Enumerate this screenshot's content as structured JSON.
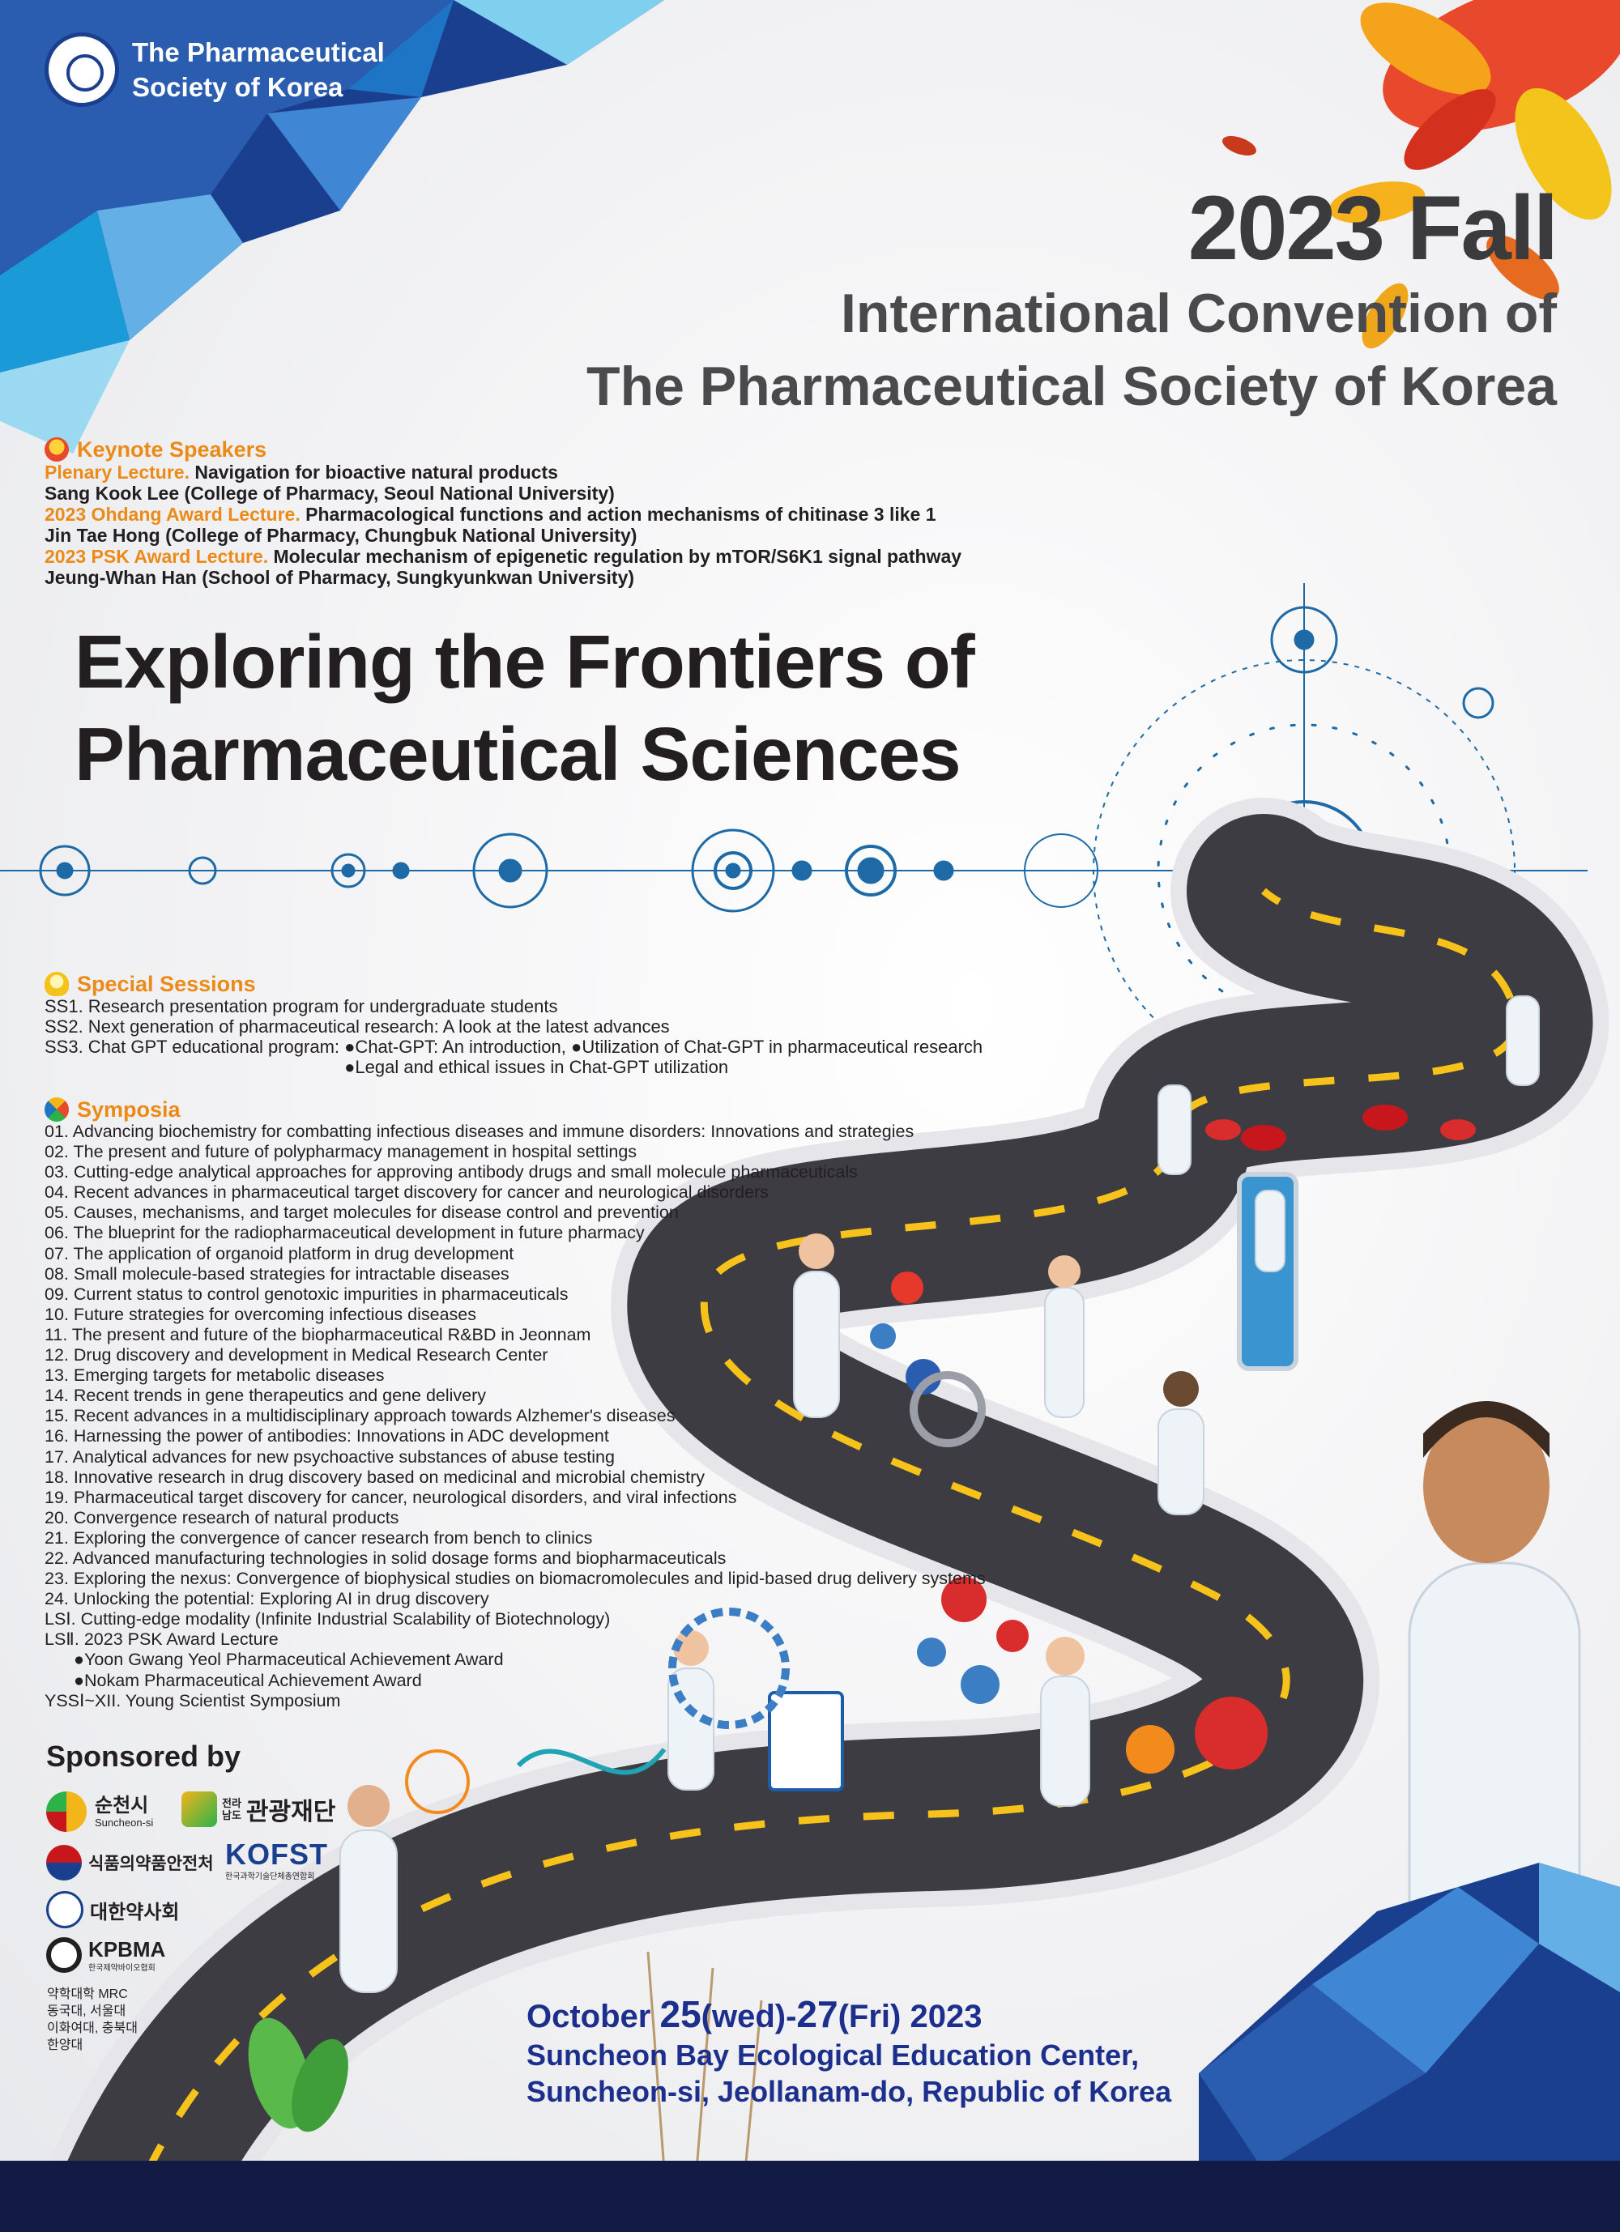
{
  "header": {
    "society_line1": "The Pharmaceutical",
    "society_line2": "Society of Korea",
    "year_title": "2023 Fall",
    "title_line1": "International Convention of",
    "title_line2": "The Pharmaceutical Society of Korea"
  },
  "keynote": {
    "heading": "Keynote Speakers",
    "lectures": [
      {
        "label": "Plenary Lecture.",
        "topic": "Navigation for bioactive natural products",
        "speaker": "Sang Kook Lee (College of Pharmacy, Seoul National University)"
      },
      {
        "label": "2023 Ohdang Award Lecture.",
        "topic": "Pharmacological functions and action mechanisms of chitinase 3 like 1",
        "speaker": "Jin Tae Hong (College of Pharmacy, Chungbuk National University)"
      },
      {
        "label": "2023 PSK Award Lecture.",
        "topic": "Molecular mechanism of epigenetic regulation by mTOR/S6K1 signal pathway",
        "speaker": "Jeung-Whan Han (School of Pharmacy, Sungkyunkwan University)"
      }
    ]
  },
  "main_title": {
    "line1": "Exploring the Frontiers of",
    "line2": "Pharmaceutical Sciences"
  },
  "special_sessions": {
    "heading": "Special Sessions",
    "ss1": "SS1. Research presentation program for undergraduate students",
    "ss2": "SS2. Next generation of pharmaceutical research: A look at the latest advances",
    "ss3_label": "SS3. Chat GPT educational program:",
    "ss3_b1": "●Chat-GPT: An introduction,",
    "ss3_b2": "●Utilization of Chat-GPT in pharmaceutical research",
    "ss3_b3": "●Legal and ethical issues in Chat-GPT utilization"
  },
  "symposia": {
    "heading": "Symposia",
    "items": [
      "01. Advancing biochemistry for combatting infectious diseases and immune disorders: Innovations and strategies",
      "02. The present and future of polypharmacy management in hospital settings",
      "03. Cutting-edge analytical approaches for approving antibody drugs and small molecule pharmaceuticals",
      "04. Recent advances in pharmaceutical target discovery for cancer and neurological disorders",
      "05. Causes, mechanisms, and target molecules for disease control and prevention",
      "06. The blueprint for the radiopharmaceutical development in future pharmacy",
      "07. The application of organoid platform in drug development",
      "08. Small molecule-based strategies for intractable diseases",
      "09. Current status to control genotoxic impurities in pharmaceuticals",
      "10. Future strategies for overcoming infectious diseases",
      "11. The present and future of the biopharmaceutical R&BD in Jeonnam",
      "12. Drug discovery and development in Medical Research Center",
      "13. Emerging targets for metabolic diseases",
      "14. Recent trends in gene therapeutics and gene delivery",
      "15. Recent advances in a multidisciplinary approach towards Alzhemer's diseases",
      "16. Harnessing the power of antibodies: Innovations in ADC development",
      "17. Analytical advances for new psychoactive substances of abuse testing",
      "18. Innovative research in drug discovery based on medicinal and microbial chemistry",
      "19. Pharmaceutical target discovery for cancer, neurological disorders, and viral infections",
      "20. Convergence research of natural products",
      "21. Exploring the convergence of cancer research from bench to clinics",
      "22. Advanced manufacturing technologies in solid dosage forms and biopharmaceuticals",
      "23. Exploring the nexus: Convergence of biophysical studies on biomacromolecules and lipid-based drug delivery systems",
      "24. Unlocking the potential: Exploring AI in drug discovery",
      "LSⅠ. Cutting-edge modality (Infinite Industrial Scalability of Biotechnology)",
      "LSⅡ. 2023 PSK Award Lecture",
      "●Yoon Gwang Yeol Pharmaceutical Achievement Award",
      "●Nokam Pharmaceutical Achievement Award",
      "YSSⅠ~XII. Young Scientist Symposium"
    ]
  },
  "sponsors": {
    "heading": "Sponsored by",
    "suncheon": "순천시",
    "suncheon_en": "Suncheon-si",
    "tourism_small1": "전라",
    "tourism_small2": "남도",
    "tourism": "관광재단",
    "mfds": "식품의약품안전처",
    "kofst": "KOFST",
    "kofst_sub": "한국과학기술단체총연합회",
    "kpa": "대한약사회",
    "kpbma": "KPBMA",
    "kpbma_sub": "한국제약바이오협회",
    "mrc1": "약학대학 MRC",
    "mrc2": "동국대, 서울대",
    "mrc3": "이화여대, 충북대",
    "mrc4": "한양대"
  },
  "event": {
    "date_prefix": "October ",
    "day1": "25",
    "wd1": "(wed)-",
    "day2": "27",
    "wd2": "(Fri)",
    "year": " 2023",
    "venue1": "Suncheon Bay Ecological Education Center,",
    "venue2": "Suncheon-si, Jeollanam-do, Republic of Korea"
  },
  "colors": {
    "accent_orange": "#ec8a17",
    "title_gray": "#3b3a3c",
    "date_blue": "#1d2f8c",
    "road": "#3d3c42",
    "road_dash": "#f7c21a",
    "footer": "#111b44",
    "hud_blue": "#1d6aa6"
  }
}
